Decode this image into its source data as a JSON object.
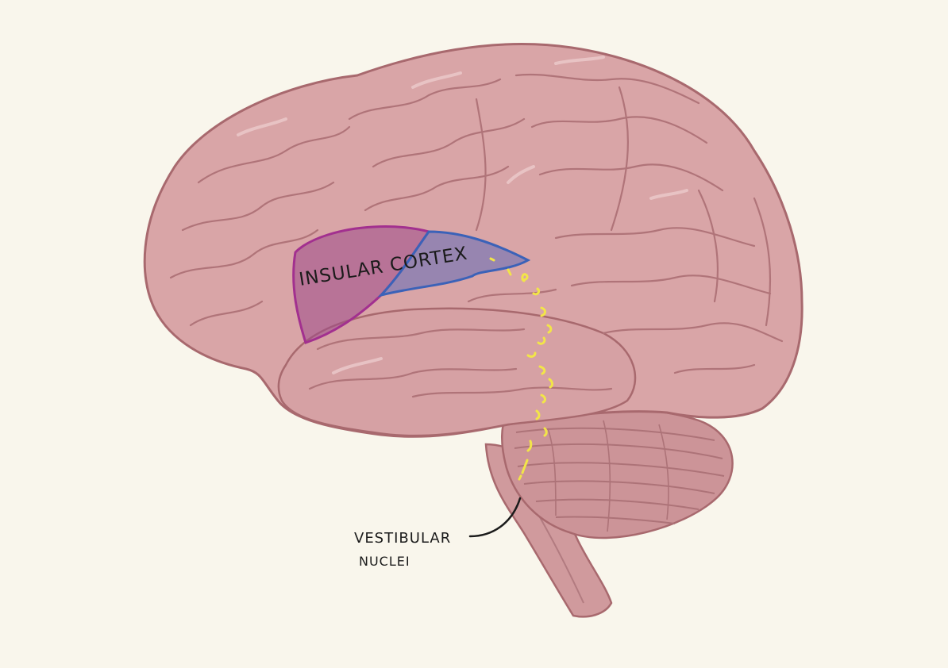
{
  "labels": {
    "insular_cortex": "INSULAR CORTEX",
    "vestibular_line1": "VESTIBULAR",
    "vestibular_line2": "NUCLEI"
  },
  "colors": {
    "background": "#f9f6ec",
    "brain_fill": "#d9a5a7",
    "brain_outline": "#a8696e",
    "cerebellum_fill": "#cc9498",
    "insula_purple": "#a2308f",
    "insula_blue": "#3b62b8",
    "pathway_yellow": "#f2e548",
    "ink": "#1b1b1b"
  }
}
